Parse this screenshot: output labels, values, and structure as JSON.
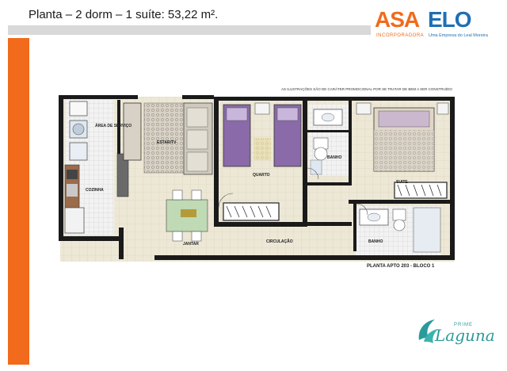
{
  "header": {
    "title": "Planta – 2 dorm – 1 suíte: 53,22 m²."
  },
  "logos": {
    "asa": {
      "name": "ASA",
      "subtitle": "INCORPORADORA"
    },
    "elo": {
      "name": "ELO",
      "subtitle": "Uma Empresa do Leal Moreira"
    },
    "laguna": {
      "name": "Laguna",
      "small": "PRIME"
    }
  },
  "plan": {
    "note": "AS ILUSTRAÇÕES SÃO DE CARÁTER PROMOCIONAL POR SE TRATAR DE BEM A SER CONSTRUÍDO",
    "caption": "PLANTA  APTO 203 - BLOCO 1",
    "rooms": {
      "area_servico": "ÁREA DE SERVIÇO",
      "cozinha": "COZINHA",
      "estar_tv": "ESTAR/TV",
      "jantar": "JANTAR",
      "quarto": "QUARTO",
      "banho_1": "BANHO",
      "suite": "SUITE",
      "circulacao": "CIRCULAÇÃO",
      "banho_2": "BANHO"
    }
  },
  "colors": {
    "accent_orange": "#f26a1b",
    "brand_blue": "#1e6fb5",
    "laguna_teal": "#2a9a9a",
    "floor_tile": "#ede8d6",
    "bed_purple": "#8a6aa8",
    "wall": "#1a1a1a"
  }
}
